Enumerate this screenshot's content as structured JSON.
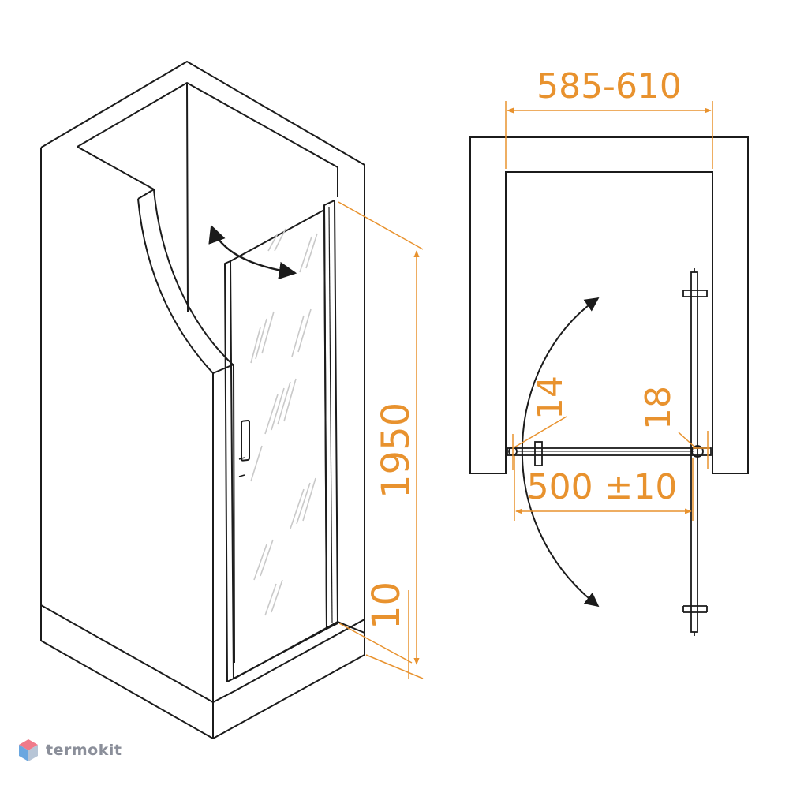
{
  "colors": {
    "line": "#1b1b1b",
    "dimension": "#e8922e",
    "glass_streak": "#c9c9c9",
    "brand_text": "#8b8f9a",
    "logo_top": "#f07a8a",
    "logo_left": "#6aa7e0",
    "logo_right": "#b7c5d6"
  },
  "dimensions": {
    "width_range": "585-610",
    "door_width": "500 ±10",
    "height": "1950",
    "bottom_gap": "10",
    "left_profile": "14",
    "right_profile": "18"
  },
  "icons": [
    "swing-arrow-icon",
    "dimension-arrow-icon",
    "termokit-logo-icon"
  ],
  "brand": {
    "name": "termokit"
  }
}
